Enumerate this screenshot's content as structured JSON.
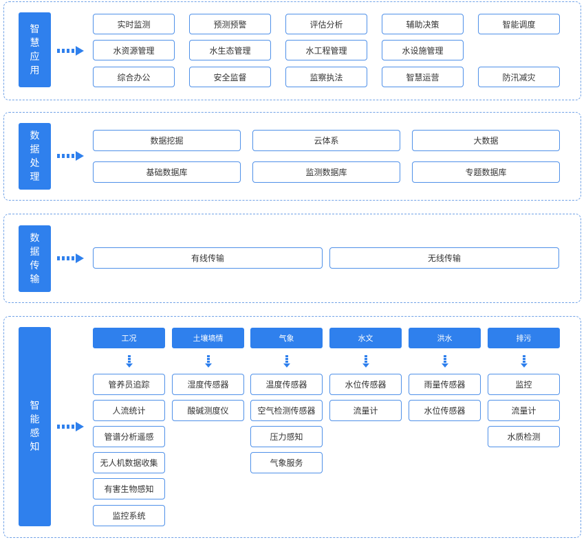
{
  "colors": {
    "accent": "#2f80ed",
    "border": "#4d8fe8",
    "dashed": "#6ea0e6",
    "text": "#333333"
  },
  "sections": {
    "app": {
      "label": "智慧应用",
      "rows": [
        [
          "实时监测",
          "预测预警",
          "评估分析",
          "辅助决策",
          "智能调度"
        ],
        [
          "水资源管理",
          "水生态管理",
          "水工程管理",
          "水设施管理"
        ],
        [
          "综合办公",
          "安全监督",
          "监察执法",
          "智慧运营",
          "防汛减灾"
        ]
      ]
    },
    "process": {
      "label": "数据处理",
      "rows": [
        [
          "数据挖掘",
          "云体系",
          "大数据"
        ],
        [
          "基础数据库",
          "监测数据库",
          "专题数据库"
        ]
      ]
    },
    "transmit": {
      "label": "数据传输",
      "items": [
        "有线传输",
        "无线传输"
      ]
    },
    "sense": {
      "label": "智能感知",
      "columns": [
        {
          "head": "工况",
          "items": [
            "管养员追踪",
            "人流统计",
            "管谱分析遥感",
            "无人机数据收集",
            "有害生物感知",
            "监控系统"
          ]
        },
        {
          "head": "土壤墒情",
          "items": [
            "湿度传感器",
            "酸碱测度仪"
          ]
        },
        {
          "head": "气象",
          "items": [
            "温度传感器",
            "空气检测传感器",
            "压力感知",
            "气象服务"
          ]
        },
        {
          "head": "水文",
          "items": [
            "水位传感器",
            "流量计"
          ]
        },
        {
          "head": "洪水",
          "items": [
            "雨量传感器",
            "水位传感器"
          ]
        },
        {
          "head": "排污",
          "items": [
            "监控",
            "流量计",
            "水质检测"
          ]
        }
      ]
    }
  }
}
